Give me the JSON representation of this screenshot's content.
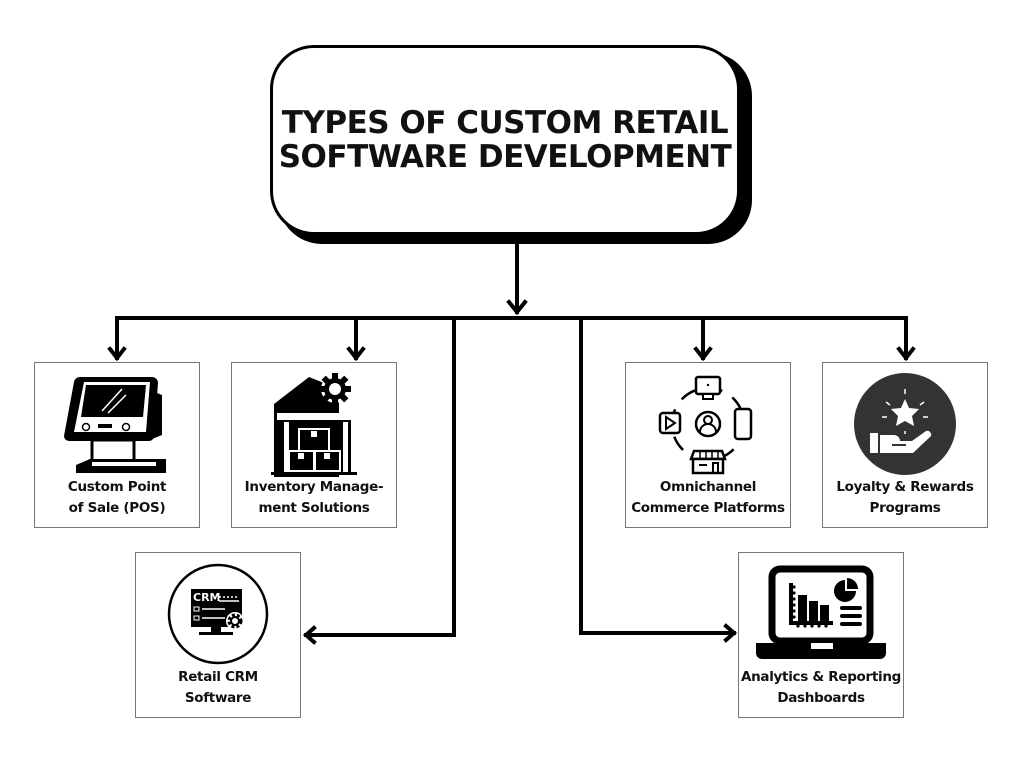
{
  "diagram": {
    "title_line1": "TYPES OF CUSTOM RETAIL",
    "title_line2": "SOFTWARE DEVELOPMENT",
    "nodes": [
      {
        "id": "pos",
        "line1": "Custom Point",
        "line2": "of Sale (POS)",
        "icon": "pos-terminal-icon"
      },
      {
        "id": "inventory",
        "line1": "Inventory Manage-",
        "line2": "ment Solutions",
        "icon": "warehouse-gear-icon"
      },
      {
        "id": "crm",
        "line1": "Retail CRM",
        "line2": "Software",
        "icon": "crm-monitor-icon"
      },
      {
        "id": "omnichannel",
        "line1": "Omnichannel",
        "line2": "Commerce Platforms",
        "icon": "omnichannel-icon"
      },
      {
        "id": "loyalty",
        "line1": "Loyalty & Rewards",
        "line2": "Programs",
        "icon": "hand-star-icon"
      },
      {
        "id": "analytics",
        "line1": "Analytics & Reporting",
        "line2": "Dashboards",
        "icon": "laptop-dashboard-icon"
      }
    ],
    "edges": [
      {
        "from": "root",
        "to": "pos"
      },
      {
        "from": "root",
        "to": "inventory"
      },
      {
        "from": "root",
        "to": "crm"
      },
      {
        "from": "root",
        "to": "omnichannel"
      },
      {
        "from": "root",
        "to": "loyalty"
      },
      {
        "from": "root",
        "to": "analytics"
      }
    ],
    "colors": {
      "line": "#000000",
      "box_border": "#777777",
      "loyalty_circle": "#333333"
    }
  }
}
